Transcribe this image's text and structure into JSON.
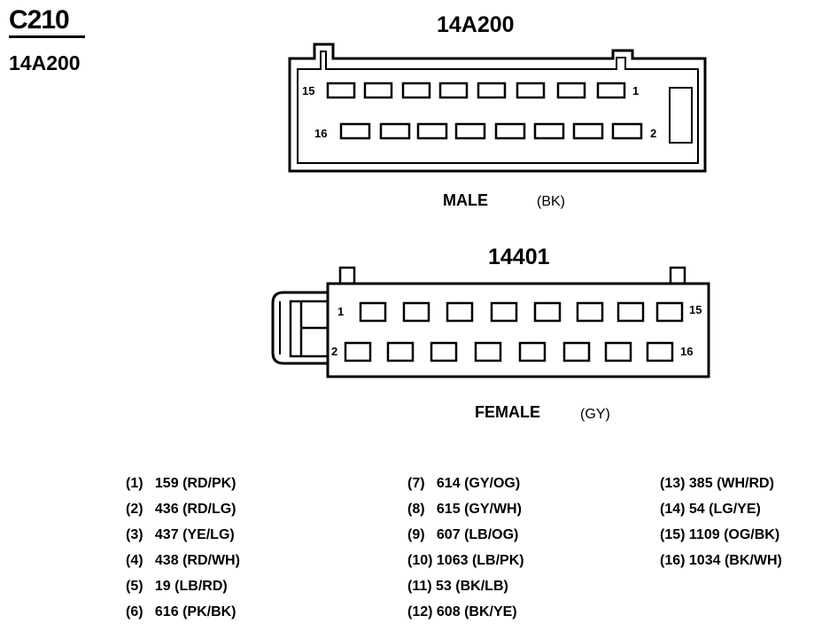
{
  "header": {
    "connector_id": "C210",
    "part_number": "14A200"
  },
  "male": {
    "part_number": "14A200",
    "gender": "MALE",
    "color": "(BK)",
    "pins": {
      "top_left": "15",
      "top_right": "1",
      "bottom_left": "16",
      "bottom_right": "2"
    }
  },
  "female": {
    "part_number": "14401",
    "gender": "FEMALE",
    "color": "(GY)",
    "pins": {
      "top_left": "1",
      "top_right": "15",
      "bottom_left": "2",
      "bottom_right": "16"
    }
  },
  "wires": [
    {
      "pin": "(1)",
      "circuit": "159",
      "color": "(RD/PK)"
    },
    {
      "pin": "(2)",
      "circuit": "436",
      "color": "(RD/LG)"
    },
    {
      "pin": "(3)",
      "circuit": "437",
      "color": "(YE/LG)"
    },
    {
      "pin": "(4)",
      "circuit": "438",
      "color": "(RD/WH)"
    },
    {
      "pin": "(5)",
      "circuit": "19",
      "color": "(LB/RD)"
    },
    {
      "pin": "(6)",
      "circuit": "616",
      "color": "(PK/BK)"
    },
    {
      "pin": "(7)",
      "circuit": "614",
      "color": "(GY/OG)"
    },
    {
      "pin": "(8)",
      "circuit": "615",
      "color": "(GY/WH)"
    },
    {
      "pin": "(9)",
      "circuit": "607",
      "color": "(LB/OG)"
    },
    {
      "pin": "(10)",
      "circuit": "1063",
      "color": "(LB/PK)"
    },
    {
      "pin": "(11)",
      "circuit": "53",
      "color": "(BK/LB)"
    },
    {
      "pin": "(12)",
      "circuit": "608",
      "color": "(BK/YE)"
    },
    {
      "pin": "(13)",
      "circuit": "385",
      "color": "(WH/RD)"
    },
    {
      "pin": "(14)",
      "circuit": "54",
      "color": "(LG/YE)"
    },
    {
      "pin": "(15)",
      "circuit": "1109",
      "color": "(OG/BK)"
    },
    {
      "pin": "(16)",
      "circuit": "1034",
      "color": "(BK/WH)"
    }
  ]
}
